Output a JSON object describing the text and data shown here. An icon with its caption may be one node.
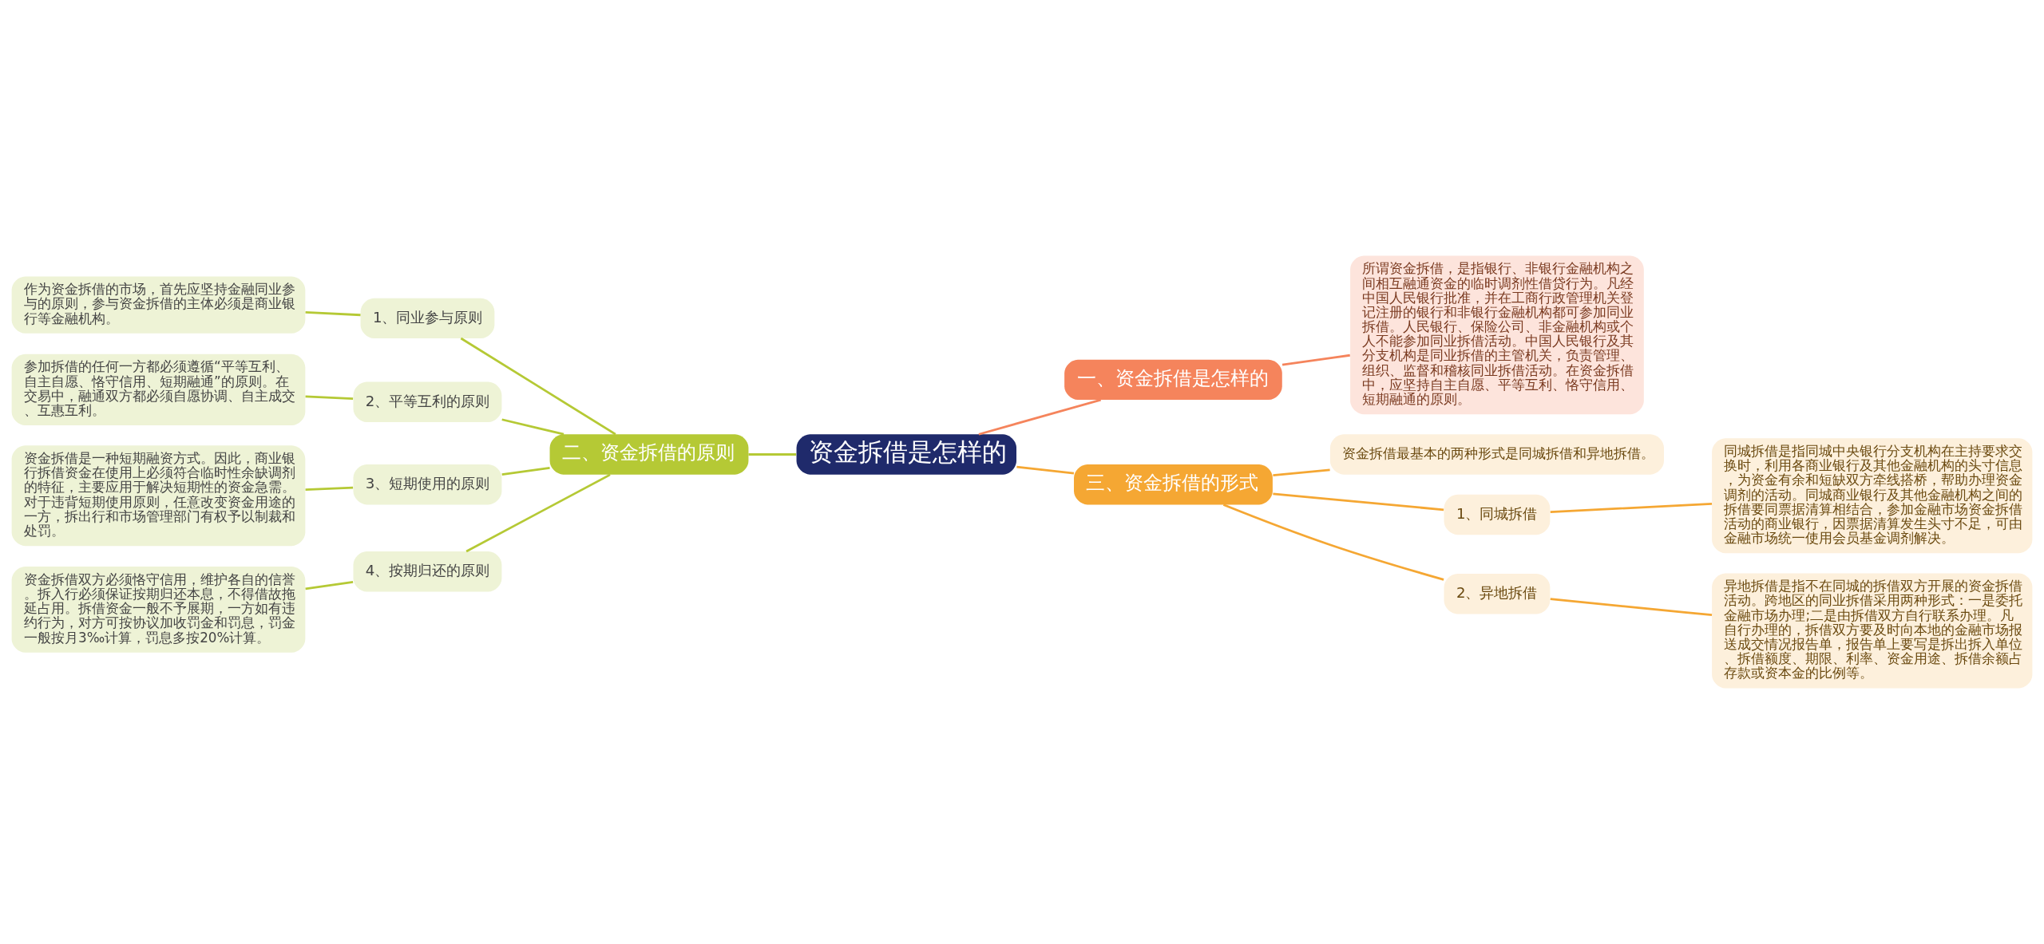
{
  "diagram": {
    "nodes": [
      {
        "text": [
          "资金拆借是怎样的"
        ]
      },
      {
        "text": [
          "一、资金拆借是怎样的"
        ]
      },
      {
        "text": [
          "所谓资金拆借，是指银行、非银行金融机构之间相互融通资金的临时调剂性借贷行为。凡经中国人民银行批准，并在工商行政管理机关登记注册的银行和非银行金融机构都可参加同业拆借。人民银行、保险公司、非金融机构或个人不能参加同业拆借活动。中国人民银行及其分支机构是同业拆借的主管机关，负责管理、组织、监督和稽核同业拆借活动。在资金拆借中，应坚持自主自愿、平等互利、恪守信用、短期融通的原则。"
        ]
      },
      {
        "text": [
          "二、资金拆借的原则"
        ]
      },
      {
        "text": [
          "1、同业参与原则"
        ]
      },
      {
        "text": [
          "作为资金拆借的市场，首先应坚持金融同业参与的原则，参与资金拆借的主体必须是商业银行等金融机构。"
        ]
      },
      {
        "text": [
          "2、平等互利的原则"
        ]
      },
      {
        "text": [
          "参加拆借的任何一方都必须遵循“平等互利、自主自愿、恪守信用、短期融通”的原则。在交易中，融通双方都必须自愿协调、自主成交、互惠互利。"
        ]
      },
      {
        "text": [
          "3、短期使用的原则"
        ]
      },
      {
        "text": [
          "资金拆借是一种短期融资方式。因此，商业银行拆借资金在使用上必须符合临时性余缺调剂的特征，主要应用于解决短期性的资金急需。对于违背短期使用原则，任意改变资金用途的一方，拆出行和市场管理部门有权予以制裁和处罚。"
        ]
      },
      {
        "text": [
          "4、按期归还的原则"
        ]
      },
      {
        "text": [
          "资金拆借双方必须恪守信用，维护各自的信誉。拆入行必须保证按期归还本息，不得借故拖延占用。拆借资金一般不予展期，一方如有违约行为，对方可按协议加收罚金和罚息，罚金一般按月3‰计算，罚息多按20%计算。"
        ]
      },
      {
        "text": [
          "三、资金拆借的形式"
        ]
      },
      {
        "text": [
          "资金拆借最基本的两种形式是同城拆借和异地拆借。"
        ]
      },
      {
        "text": [
          "1、同城拆借"
        ]
      },
      {
        "text": [
          "同城拆借是指同城中央银行分支机构在主持要求交换时，利用各商业银行及其他金融机构的头寸信息，为资金有余和短缺双方牵线搭桥，帮助办理资金调剂的活动。同城商业银行及其他金融机构之间的拆借要同票据清算相结合，参加金融市场资金拆借活动的商业银行，因票据清算发生头寸不足，可由金融市场统一使用会员基金调剂解决。"
        ]
      },
      {
        "text": [
          "2、异地拆借"
        ]
      },
      {
        "text": [
          "异地拆借是指不在同城的拆借双方开展的资金拆借活动。跨地区的同业拆借采用两种形式：一是委托金融市场办理;二是由拆借双方自行联系办理。凡自行办理的，拆借双方要及时向本地的金融市场报送成交情况报告单，报告单上要写是拆出拆入单位、拆借额度、期限、利率、资金用途、拆借余额占存款或资本金的比例等。"
        ]
      }
    ],
    "edges": [
      {
        "from": 0,
        "to": 1,
        "arrow": "none",
        "color": "#f5845c"
      },
      {
        "from": 1,
        "to": 2,
        "arrow": "none",
        "color": "#f5845c"
      },
      {
        "from": 0,
        "to": 3,
        "arrow": "none"
      },
      {
        "from": 3,
        "to": 4,
        "arrow": "none"
      },
      {
        "from": 4,
        "to": 5,
        "arrow": "none"
      },
      {
        "from": 3,
        "to": 6,
        "arrow": "none"
      },
      {
        "from": 6,
        "to": 7,
        "arrow": "none"
      },
      {
        "from": 3,
        "to": 8,
        "arrow": "none"
      },
      {
        "from": 8,
        "to": 9,
        "arrow": "none"
      },
      {
        "from": 3,
        "to": 10,
        "arrow": "none"
      },
      {
        "from": 10,
        "to": 11,
        "arrow": "none"
      },
      {
        "from": 0,
        "to": 12,
        "arrow": "none",
        "color": "#f5a733"
      },
      {
        "from": 12,
        "to": 13,
        "arrow": "none",
        "color": "#f5a733"
      },
      {
        "from": 12,
        "to": 14,
        "arrow": "none",
        "color": "#f5a733"
      },
      {
        "from": 14,
        "to": 15,
        "arrow": "none",
        "color": "#f5a733"
      },
      {
        "from": 12,
        "to": 16,
        "arrow": "none",
        "color": "#f5a733"
      },
      {
        "from": 16,
        "to": 17,
        "arrow": "none",
        "color": "#f5a733"
      }
    ]
  }
}
